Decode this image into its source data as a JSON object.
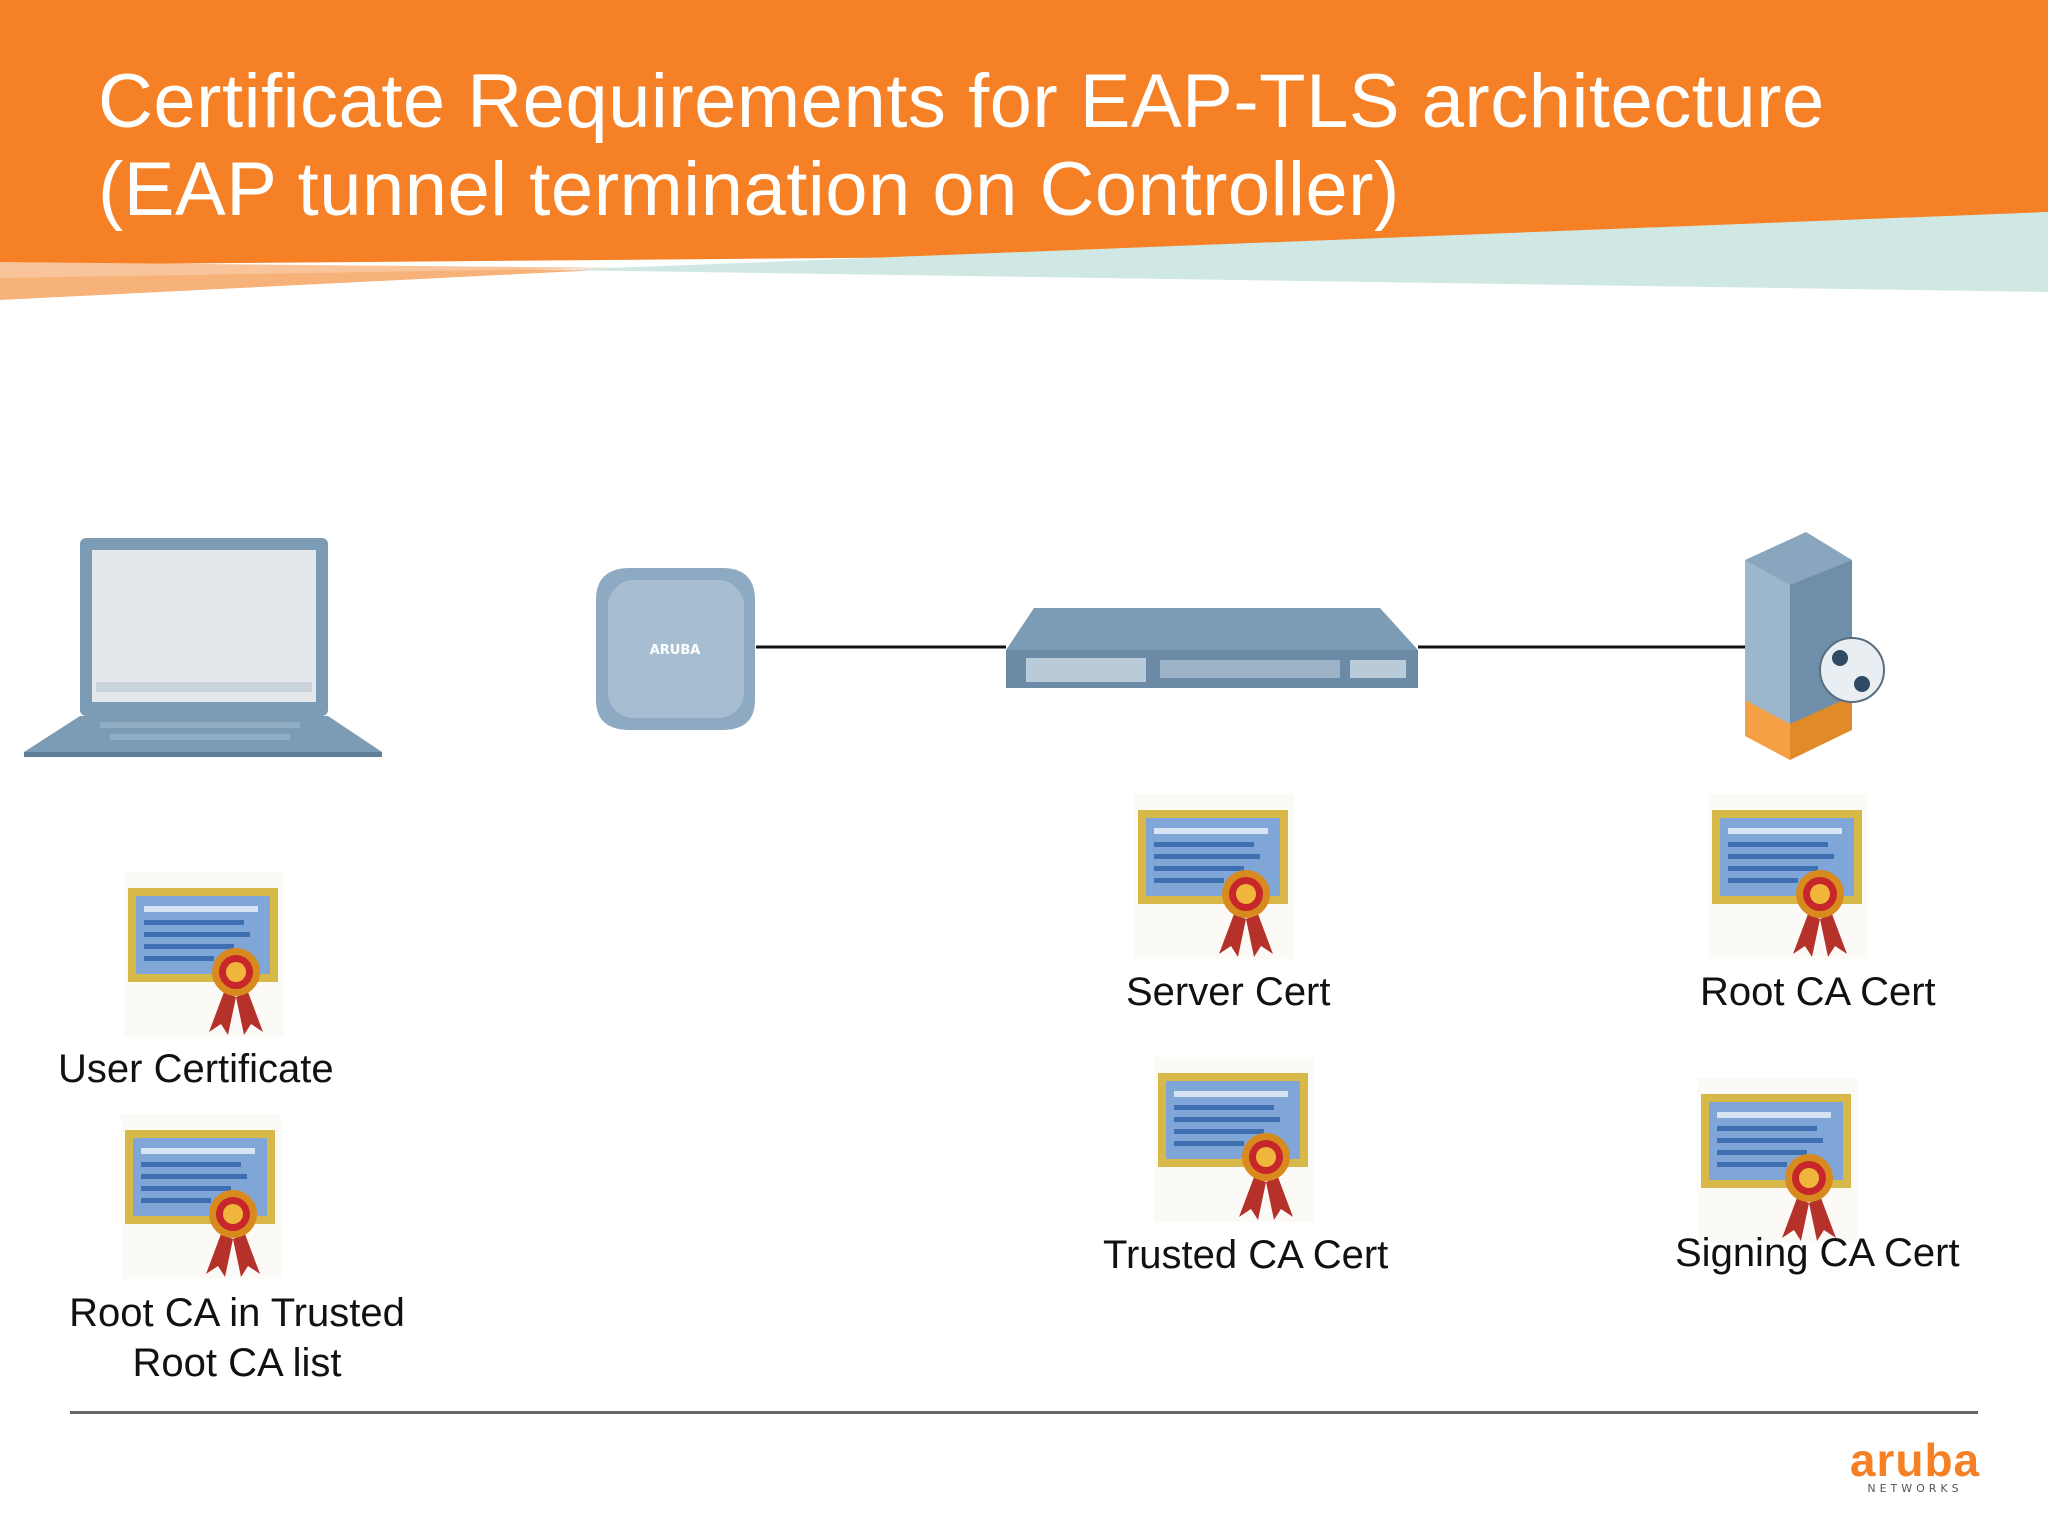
{
  "slide": {
    "title_line1": "Certificate Requirements for EAP-TLS architecture",
    "title_line2": "(EAP tunnel termination on Controller)",
    "colors": {
      "banner_orange": "#f58025",
      "accent_teal": "#cfe8e4",
      "device_blue": "#7c9bb5",
      "cert_gold": "#d9b84a",
      "ribbon_red": "#b5312a"
    }
  },
  "devices": [
    {
      "name": "laptop",
      "icon": "laptop-icon"
    },
    {
      "name": "access-point",
      "icon": "access-point-icon",
      "brand": "ARUBA"
    },
    {
      "name": "controller",
      "icon": "controller-icon"
    },
    {
      "name": "server",
      "icon": "server-icon"
    }
  ],
  "certificates": {
    "user_certificate": "User Certificate",
    "root_ca_trusted_line1": "Root CA in Trusted",
    "root_ca_trusted_line2": "Root CA list",
    "server_cert": "Server Cert",
    "trusted_ca_cert": "Trusted CA Cert",
    "root_ca_cert": "Root CA Cert",
    "signing_ca_cert": "Signing CA Cert"
  },
  "footer": {
    "logo_word": "aruba",
    "logo_sub": "NETWORKS"
  }
}
